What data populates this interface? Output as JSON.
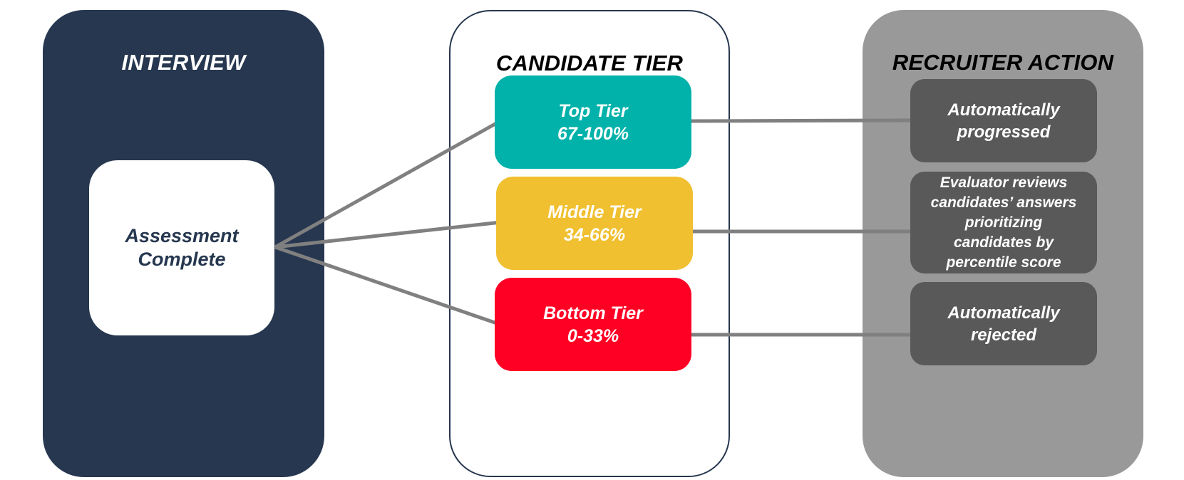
{
  "colors": {
    "interview_panel": "#26374f",
    "recruiter_panel": "#999999",
    "action_box": "#595959",
    "top_tier": "#00b2aa",
    "middle_tier": "#f0c030",
    "bottom_tier": "#ff0025",
    "connector": "#808080"
  },
  "interview": {
    "title": "INTERVIEW",
    "box_line1": "Assessment",
    "box_line2": "Complete"
  },
  "candidate_tier": {
    "title": "CANDIDATE TIER",
    "tiers": [
      {
        "name": "Top Tier",
        "range": "67-100%",
        "color": "#00b2aa"
      },
      {
        "name": "Middle Tier",
        "range": "34-66%",
        "color": "#f0c030"
      },
      {
        "name": "Bottom Tier",
        "range": "0-33%",
        "color": "#ff0025"
      }
    ]
  },
  "recruiter_action": {
    "title": "RECRUITER ACTION",
    "actions": [
      {
        "lines": [
          "Automatically",
          "progressed"
        ]
      },
      {
        "lines": [
          "Evaluator reviews",
          "candidates’ answers",
          "prioritizing",
          "candidates by",
          "percentile score"
        ]
      },
      {
        "lines": [
          "Automatically",
          "rejected"
        ]
      }
    ]
  }
}
